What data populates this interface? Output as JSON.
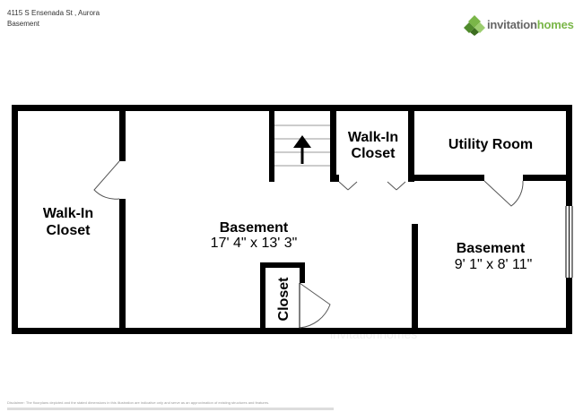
{
  "header": {
    "address": "4115 S Ensenada St , Aurora",
    "level": "Basement"
  },
  "logo": {
    "text_part1": "invitation",
    "text_part2": "homes",
    "icon": "invitation-homes-logo-icon"
  },
  "rooms": {
    "walkin_left": {
      "line1": "Walk-In",
      "line2": "Closet"
    },
    "basement_main": {
      "name": "Basement",
      "dims": "17' 4\" x 13' 3\""
    },
    "walkin_top": {
      "line1": "Walk-In",
      "line2": "Closet"
    },
    "utility": {
      "name": "Utility Room"
    },
    "basement_right": {
      "name": "Basement",
      "dims": "9' 1\" x 8' 11\""
    },
    "closet": {
      "name": "Closet"
    }
  },
  "disclaimer": "Disclaimer: The floorplans depicted and the stated dimensions in this illustration are indicative only and serve as an approximation of existing structures and features.",
  "watermark": "invitationhomes",
  "colors": {
    "wall": "#000000",
    "brand_green": "#7ab648",
    "brand_gray": "#666666"
  }
}
